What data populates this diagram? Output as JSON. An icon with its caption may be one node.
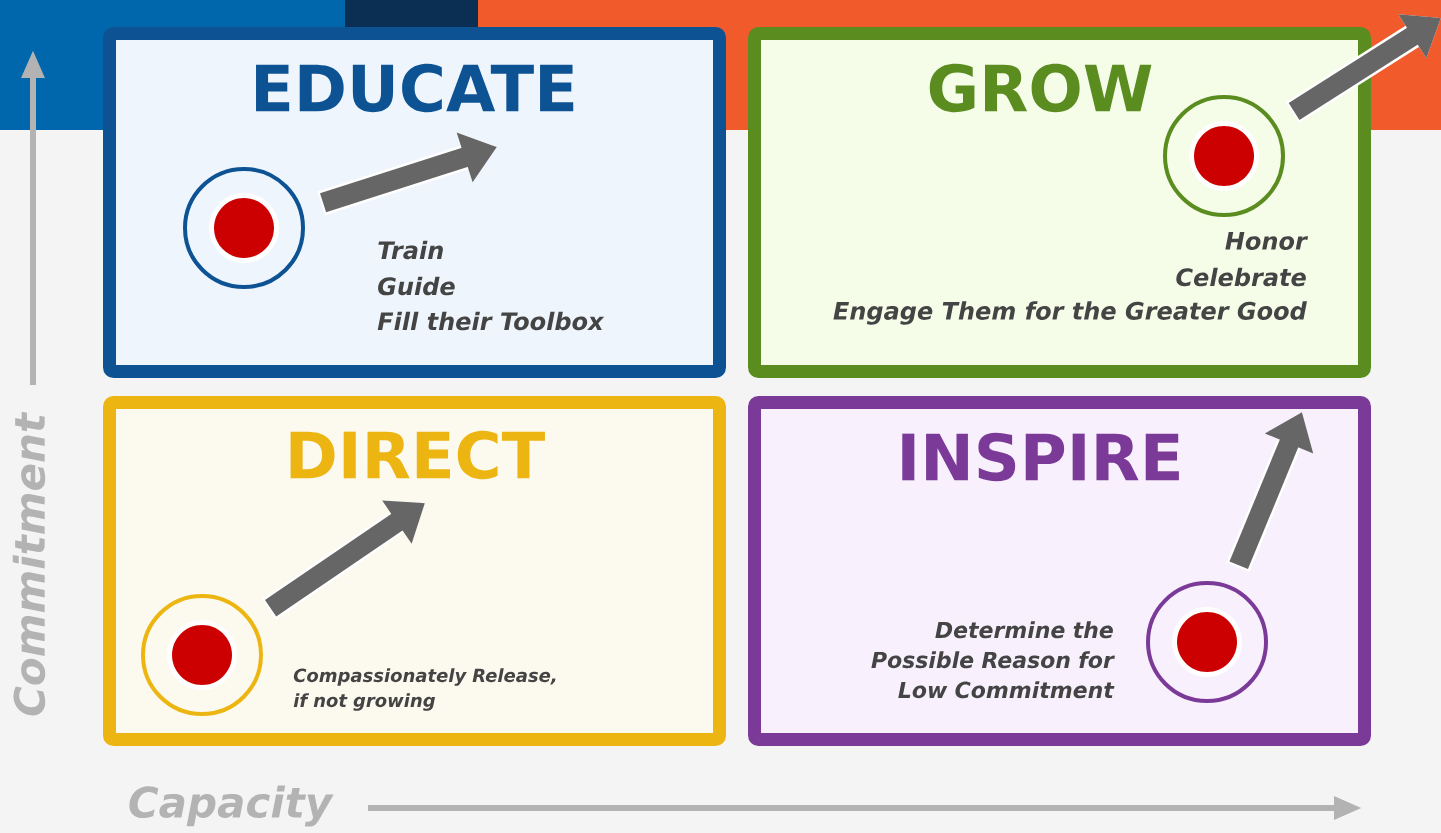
{
  "diagram": {
    "nodes": [
      {
        "text": [
          "EDUCATE",
          "Train",
          "Guide",
          "Fill their Toolbox"
        ]
      },
      {
        "text": [],
        "shape": "circle",
        "in": 0
      },
      {
        "text": [
          "GROW",
          "Honor",
          "Celebrate",
          "Engage Them for the Greater Good"
        ]
      },
      {
        "text": [],
        "shape": "circle",
        "in": 2
      },
      {
        "text": [
          "DIRECT",
          "Compassionately Release, if not growing"
        ]
      },
      {
        "text": [],
        "shape": "circle",
        "in": 4
      },
      {
        "text": [
          "INSPIRE",
          "Determine the Possible Reason for Low Commitment"
        ]
      },
      {
        "text": [],
        "shape": "circle",
        "in": 6
      }
    ],
    "edges": [
      {
        "from": 1,
        "to": null,
        "arrow": "to"
      },
      {
        "from": 3,
        "to": null,
        "arrow": "to"
      },
      {
        "from": 5,
        "to": null,
        "arrow": "to"
      },
      {
        "from": 7,
        "to": null,
        "arrow": "to"
      }
    ],
    "labels": [
      "Commitment",
      "Capacity"
    ]
  }
}
